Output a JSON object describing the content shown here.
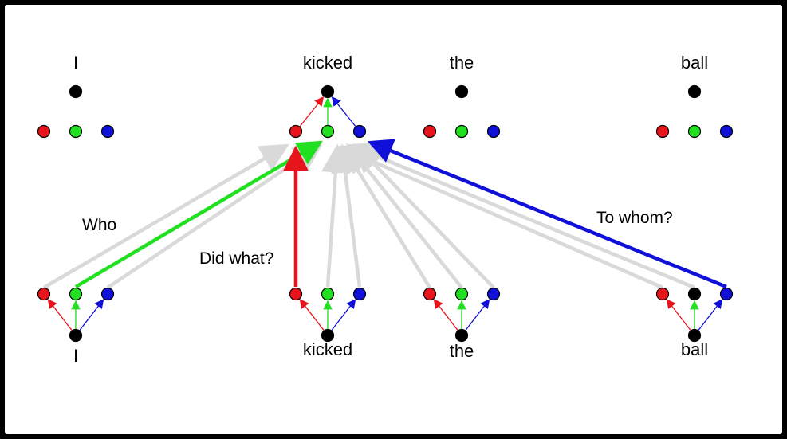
{
  "colors": {
    "query": "#e8141c",
    "key": "#20e020",
    "value": "#1010d8",
    "embedding": "#000000",
    "attention": "#d9d9d9"
  },
  "top_words": [
    "I",
    "kicked",
    "the",
    "ball"
  ],
  "bottom_words": [
    "I",
    "kicked",
    "the",
    "ball"
  ],
  "questions": {
    "who": "Who",
    "did_what": "Did what?",
    "to_whom": "To whom?"
  }
}
